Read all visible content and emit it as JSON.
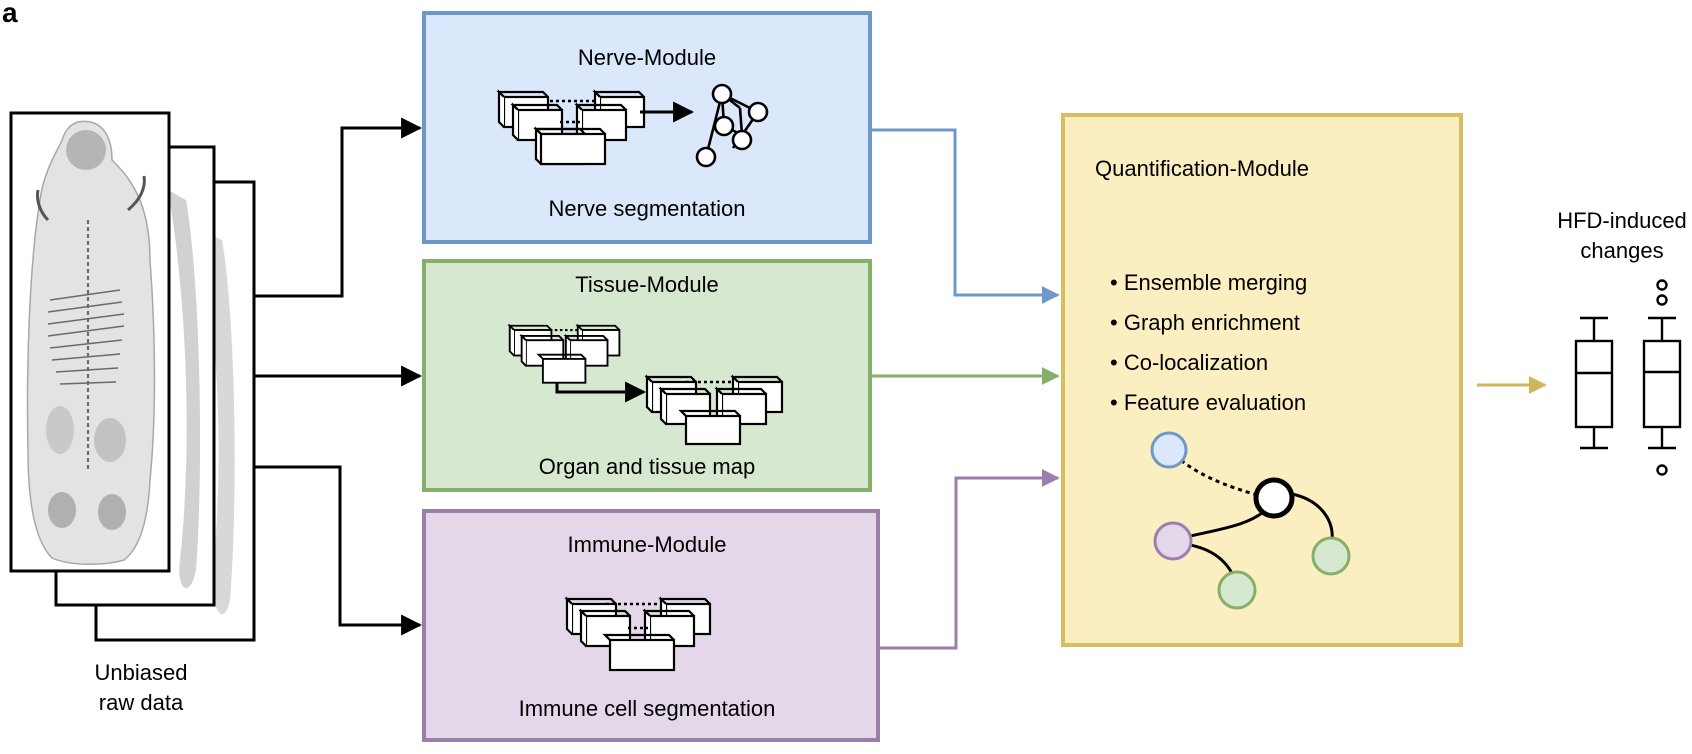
{
  "panel_label": "a",
  "raw_data": {
    "label_line1": "Unbiased",
    "label_line2": "raw data"
  },
  "modules": {
    "nerve": {
      "title": "Nerve-Module",
      "caption": "Nerve segmentation",
      "fill": "#dbe8fb",
      "stroke": "#6e98c8"
    },
    "tissue": {
      "title": "Tissue-Module",
      "caption": "Organ and tissue map",
      "fill": "#d7e8d1",
      "stroke": "#84b06a"
    },
    "immune": {
      "title": "Immune-Module",
      "caption": "Immune cell segmentation",
      "fill": "#e4d7ea",
      "stroke": "#9a7eab"
    },
    "quant": {
      "title": "Quantification-Module",
      "bullets": [
        "Ensemble merging",
        "Graph enrichment",
        "Co-localization",
        "Feature evaluation"
      ],
      "fill": "#fbeec1",
      "stroke": "#d8bd63"
    }
  },
  "output": {
    "label_line1": "HFD-induced",
    "label_line2": "changes",
    "arrow_color": "#cfb55b"
  },
  "icons": [
    "network-icon",
    "stacked-volumes-icon",
    "graph-icon",
    "boxplot-icon"
  ]
}
